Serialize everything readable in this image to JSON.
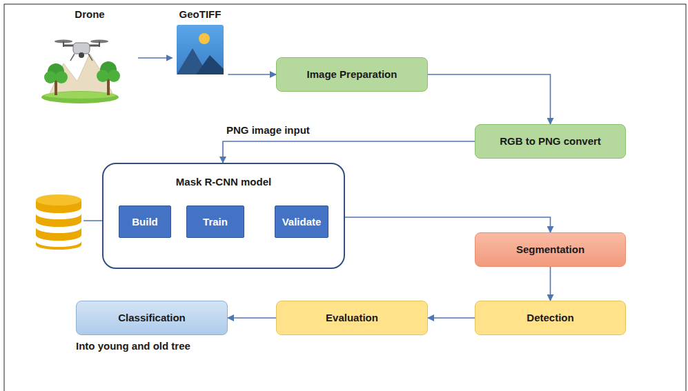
{
  "diagram": {
    "nodes": [
      {
        "text": [
          "Drone"
        ]
      },
      {
        "text": [
          "GeoTIFF"
        ]
      },
      {
        "text": [
          "Image Preparation"
        ]
      },
      {
        "text": [
          "RGB to PNG convert"
        ]
      },
      {
        "text": [
          "Mask R-CNN model"
        ]
      },
      {
        "text": [
          "Build"
        ],
        "in": 4
      },
      {
        "text": [
          "Train"
        ],
        "in": 4
      },
      {
        "text": [
          "Validate"
        ],
        "in": 4
      },
      {
        "text": [
          "Segmentation"
        ]
      },
      {
        "text": [
          "Detection"
        ]
      },
      {
        "text": [
          "Evaluation"
        ]
      },
      {
        "text": [
          "Classification"
        ]
      }
    ],
    "edges": [
      {
        "from": 0,
        "to": 1,
        "arrow": "to"
      },
      {
        "from": 1,
        "to": 2,
        "arrow": "to"
      },
      {
        "from": 2,
        "to": 3,
        "arrow": "to"
      },
      {
        "from": 3,
        "to": 4,
        "label": "PNG image input",
        "arrow": "to"
      },
      {
        "from": 5,
        "to": 6,
        "arrow": "to"
      },
      {
        "from": 6,
        "to": 7,
        "arrow": "to"
      },
      {
        "from": 7,
        "to": 6,
        "arrow": "to"
      },
      {
        "from": 4,
        "to": 8,
        "arrow": "to"
      },
      {
        "from": 8,
        "to": 9,
        "arrow": "to"
      },
      {
        "from": 9,
        "to": 10,
        "arrow": "to"
      },
      {
        "from": 10,
        "to": 11,
        "arrow": "to"
      }
    ],
    "labels": [
      "Into young and old tree"
    ]
  }
}
